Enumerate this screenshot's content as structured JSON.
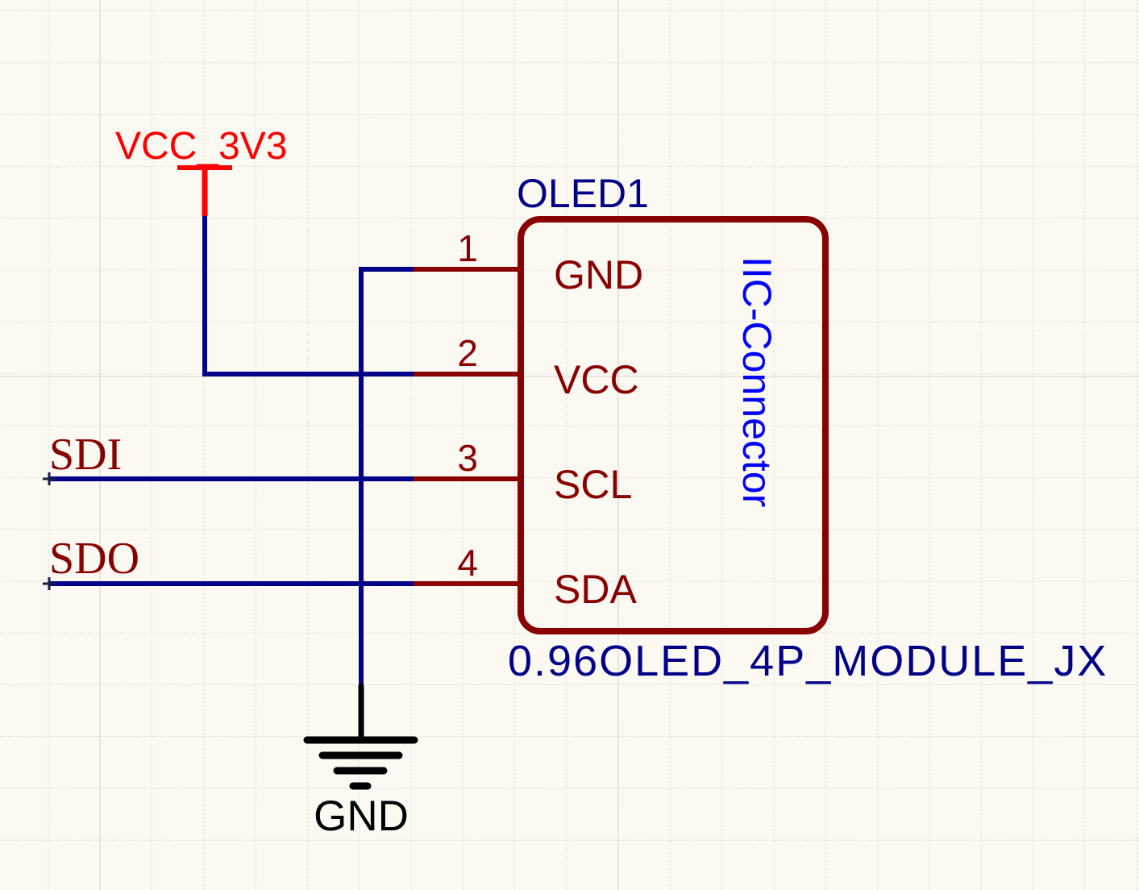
{
  "schematic": {
    "power": {
      "label": "VCC_3V3"
    },
    "component": {
      "designator": "OLED1",
      "part_name": "0.96OLED_4P_MODULE_JX",
      "body_label": "IIC-Connector",
      "pins": [
        {
          "number": "1",
          "name": "GND"
        },
        {
          "number": "2",
          "name": "VCC"
        },
        {
          "number": "3",
          "name": "SCL"
        },
        {
          "number": "4",
          "name": "SDA"
        }
      ]
    },
    "net_labels": {
      "sdi": "SDI",
      "sdo": "SDO"
    },
    "ground": {
      "label": "GND"
    },
    "colors": {
      "background": "#fbf9f2",
      "wire": "#000088",
      "symbol_outline": "#880000",
      "power_flag": "#ff0000",
      "designator_text": "#000088",
      "body_label_text": "#0000ff",
      "ground_symbol": "#000000"
    }
  }
}
